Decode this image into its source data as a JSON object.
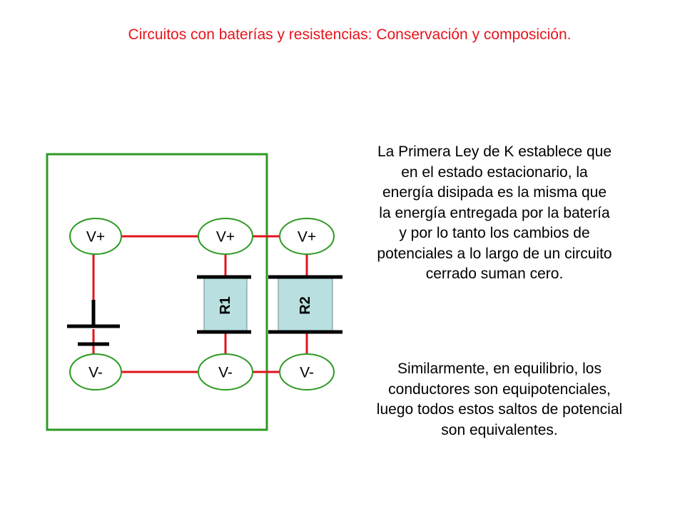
{
  "title": "Circuitos con baterías y resistencias: Conservación y composición.",
  "paragraph1": "La Primera Ley de K establece que en el estado estacionario, la energía disipada es la misma que la energía entregada por la batería y por lo tanto los cambios de potenciales a lo largo de un circuito cerrado suman cero.",
  "paragraph2": "Similarmente, en equilibrio, los conductores son equipotenciales, luego todos estos saltos de potencial son equivalentes.",
  "circuit": {
    "top_nodes": [
      "V+",
      "V+",
      "V+"
    ],
    "bottom_nodes": [
      "V-",
      "V-",
      "V-"
    ],
    "resistors": [
      "R1",
      "R2"
    ]
  },
  "colors": {
    "title": "#e8141c",
    "wire": "#e0141e",
    "node_border": "#2e9a23",
    "loop_border": "#2e9a23",
    "resistor_fill": "#b9dfe0"
  }
}
